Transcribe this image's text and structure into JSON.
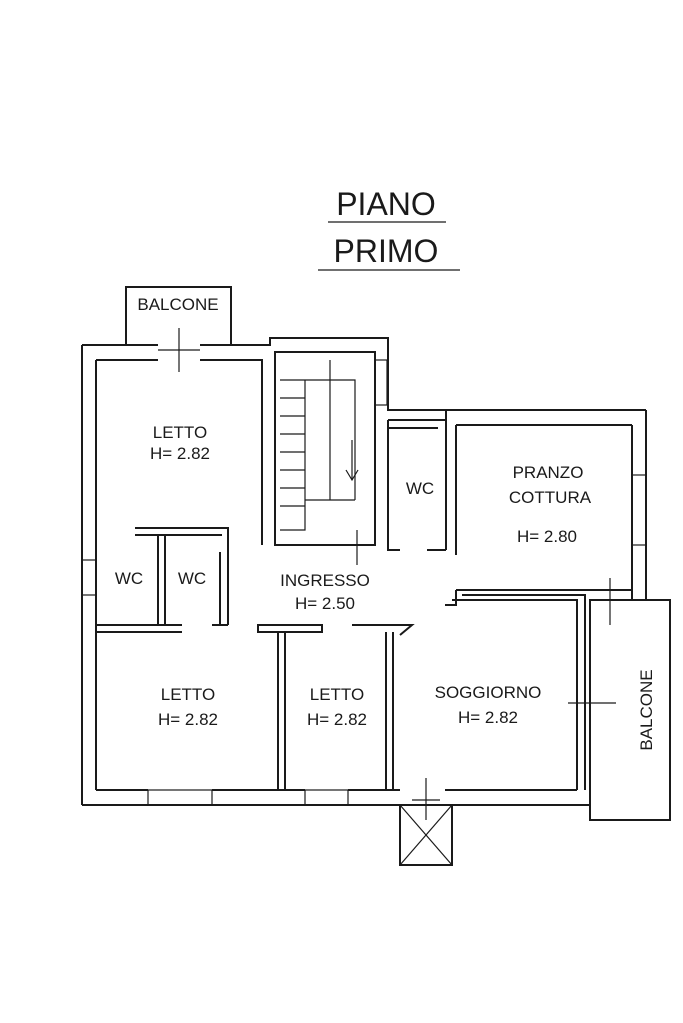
{
  "title": {
    "line1": "PIANO",
    "line2": "PRIMO"
  },
  "rooms": {
    "balcone_top": {
      "name": "BALCONE"
    },
    "letto_nw": {
      "name": "LETTO",
      "height": "H= 2.82"
    },
    "wc_left": {
      "name": "WC"
    },
    "wc_mid": {
      "name": "WC"
    },
    "wc_stair": {
      "name": "WC"
    },
    "pranzo": {
      "name1": "PRANZO",
      "name2": "COTTURA",
      "height": "H= 2.80"
    },
    "ingresso": {
      "name": "INGRESSO",
      "height": "H= 2.50"
    },
    "letto_sw": {
      "name": "LETTO",
      "height": "H= 2.82"
    },
    "letto_s": {
      "name": "LETTO",
      "height": "H= 2.82"
    },
    "soggiorno": {
      "name": "SOGGIORNO",
      "height": "H= 2.82"
    },
    "balcone_right": {
      "name": "BALCONE"
    }
  }
}
